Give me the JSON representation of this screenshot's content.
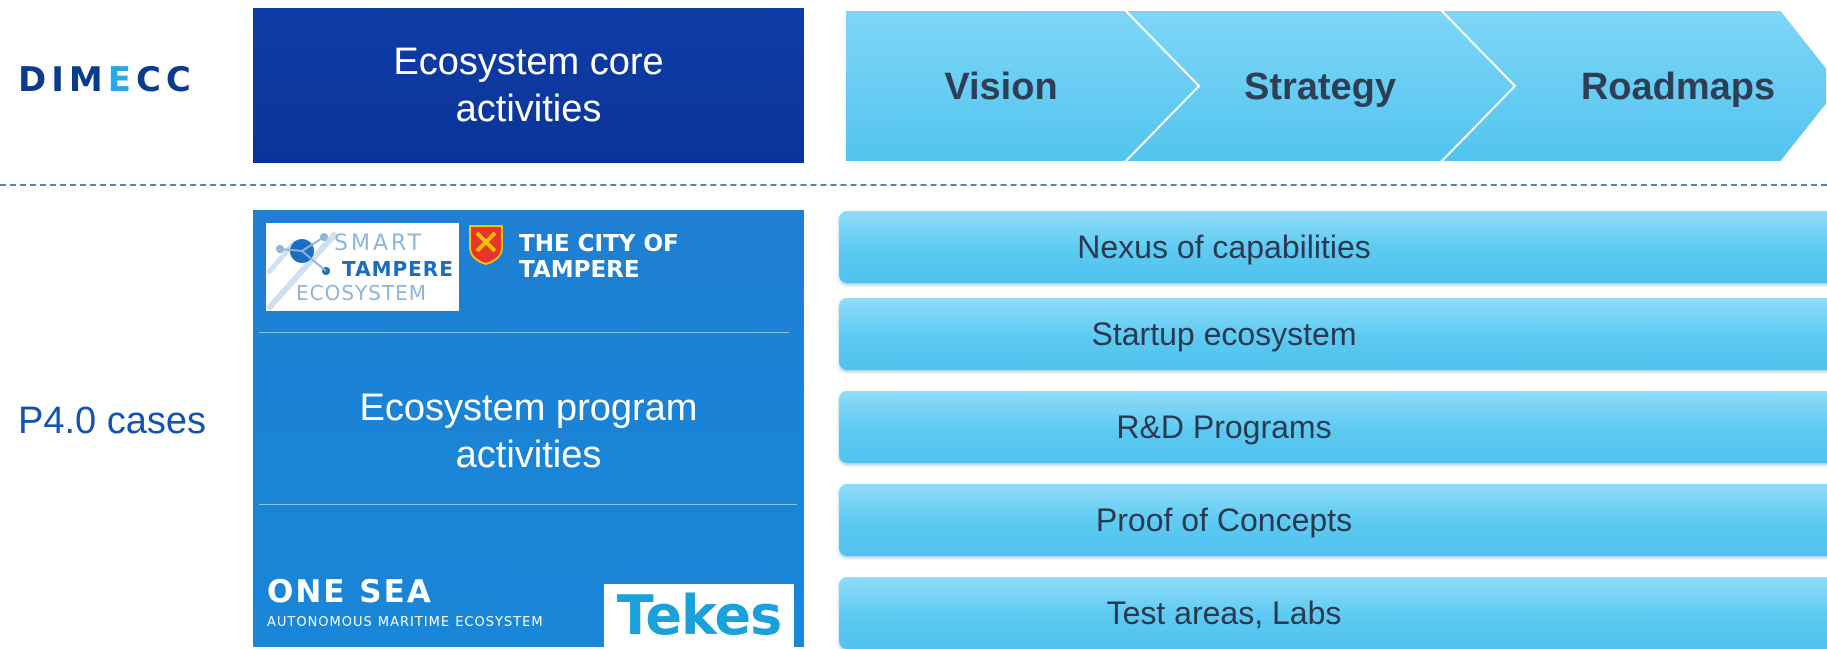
{
  "brand": {
    "logo_text_a": "DIM",
    "logo_text_accent": "E",
    "logo_text_b": "CC"
  },
  "core": {
    "title": "Ecosystem core activities"
  },
  "chevrons": [
    "Vision",
    "Strategy",
    "Roadmaps"
  ],
  "left_label": "P4.0 cases",
  "program": {
    "smart_logo_line1": "SMART",
    "smart_logo_line2": "TAMPERE",
    "smart_logo_line3": "ECOSYSTEM",
    "city_label": "THE CITY OF TAMPERE",
    "title": "Ecosystem program activities",
    "onesea_name": "ONE SEA",
    "onesea_sub": "AUTONOMOUS MARITIME ECOSYSTEM",
    "tekes_logo": "Tekes"
  },
  "activities": [
    "Nexus of capabilities",
    "Startup ecosystem",
    "R&D Programs",
    "Proof of Concepts",
    "Test areas, Labs"
  ],
  "colors": {
    "core_box": "#0a349a",
    "program_box": "#1a83d6",
    "chevron_fill": "#62ccf3",
    "bar_fill": "#5ccaf2",
    "label_blue": "#1253b4"
  }
}
